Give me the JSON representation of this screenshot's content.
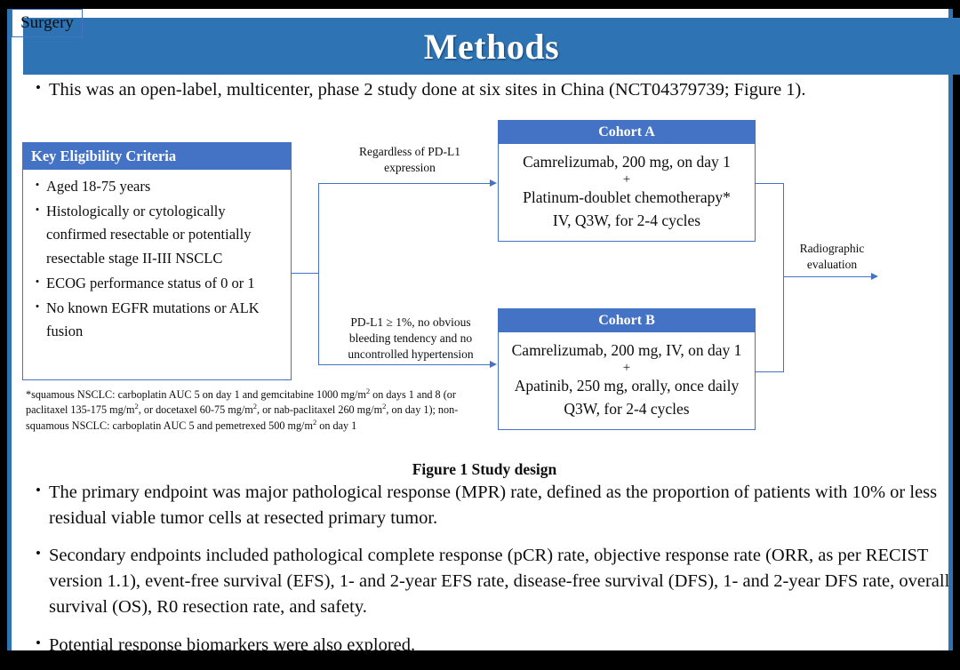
{
  "slide": {
    "title": "Methods",
    "accent_blue": "#2E74B5",
    "box_blue": "#4472C4"
  },
  "lead_bullet": {
    "bullet": "•",
    "text": "This was an open-label, multicenter, phase 2 study done at six sites in China (NCT04379739; Figure 1)."
  },
  "figure": {
    "caption": "Figure 1 Study design",
    "eligibility": {
      "header": "Key  Eligibility Criteria",
      "bullet": "•",
      "items": [
        "Aged 18-75 years",
        "Histologically or cytologically confirmed resectable or potentially resectable stage II-III  NSCLC",
        "ECOG performance status of 0 or 1",
        "No known EGFR mutations or ALK fusion"
      ]
    },
    "branch_labels": {
      "top": "Regardless  of PD-L1 expression",
      "bottom": "PD-L1 ≥ 1%, no obvious bleeding tendency  and no uncontrolled  hypertension",
      "right": "Radiographic evaluation"
    },
    "cohort_a": {
      "header": "Cohort A",
      "line1": "Camrelizumab, 200 mg, on day 1",
      "plus": "+",
      "line2": "Platinum-doublet chemotherapy*",
      "line3": "IV, Q3W, for 2-4 cycles"
    },
    "cohort_b": {
      "header": "Cohort B",
      "line1": "Camrelizumab, 200 mg, IV, on day 1",
      "plus": "+",
      "line2": "Apatinib, 250 mg, orally, once daily",
      "line3": "Q3W, for 2-4 cycles"
    },
    "surgery": "Surgery",
    "footnote": {
      "part1": "*squamous NSCLC: carboplatin AUC 5 on day 1 and gemcitabine 1000 mg/m",
      "sup1": "2",
      "part2": " on days 1 and 8 (or paclitaxel  135-175  mg/m",
      "sup2": "2",
      "part3": ", or docetaxel 60-75 mg/m",
      "sup3": "2",
      "part4": ", or nab-paclitaxel 260 mg/m",
      "sup4": "2",
      "part5": ", on day 1); non-squamous NSCLC: carboplatin AUC 5 and pemetrexed 500 mg/m",
      "sup5": "2",
      "part6": " on day 1"
    }
  },
  "bottom_bullets": {
    "bullet": "•",
    "items": [
      "The primary endpoint was major pathological response (MPR) rate, defined as the proportion of patients with 10% or less residual viable tumor cells at resected primary tumor.",
      "Secondary endpoints included pathological complete response (pCR) rate, objective  response rate (ORR, as per RECIST version 1.1), event-free survival (EFS), 1- and 2-year EFS rate, disease-free survival (DFS), 1- and 2-year DFS rate, overall survival (OS), R0 resection rate, and safety.",
      "Potential response biomarkers were also explored."
    ]
  }
}
